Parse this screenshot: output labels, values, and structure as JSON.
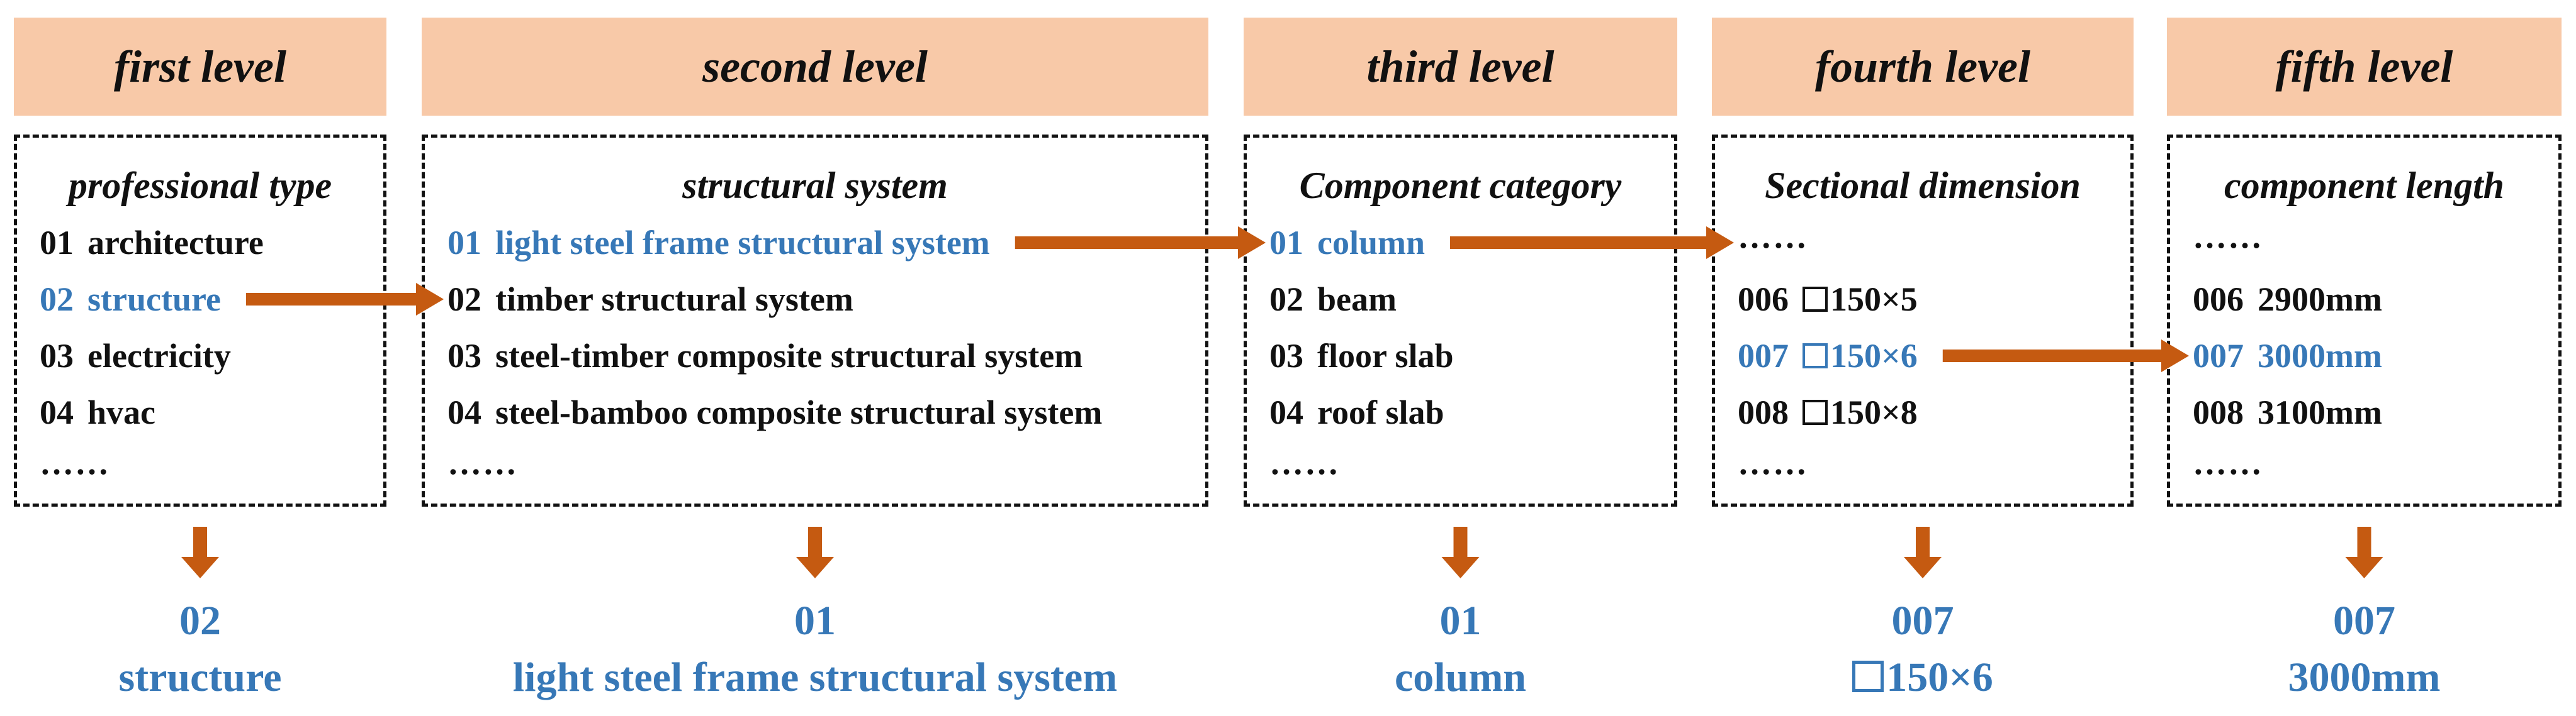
{
  "colors": {
    "header_fill": "#F8C9A8",
    "arrow": "#C55A11",
    "selected_text": "#3778B7",
    "text": "#111111"
  },
  "levels": [
    {
      "header": "first level",
      "box_title": "professional type",
      "items": [
        {
          "code": "01",
          "label": "architecture"
        },
        {
          "code": "02",
          "label": "structure"
        },
        {
          "code": "03",
          "label": "electricity"
        },
        {
          "code": "04",
          "label": "hvac"
        }
      ],
      "leading_ellipsis": "",
      "trailing_ellipsis": "……",
      "selected_index": 1,
      "result_code": "02",
      "result_label": "structure"
    },
    {
      "header": "second level",
      "box_title": "structural system",
      "items": [
        {
          "code": "01",
          "label": "light steel frame structural system"
        },
        {
          "code": "02",
          "label": "timber structural system"
        },
        {
          "code": "03",
          "label": "steel-timber composite structural system"
        },
        {
          "code": "04",
          "label": "steel-bamboo composite structural system"
        }
      ],
      "leading_ellipsis": "",
      "trailing_ellipsis": "……",
      "selected_index": 0,
      "result_code": "01",
      "result_label": "light steel frame structural system"
    },
    {
      "header": "third level",
      "box_title": "Component category",
      "items": [
        {
          "code": "01",
          "label": "column"
        },
        {
          "code": "02",
          "label": "beam"
        },
        {
          "code": "03",
          "label": "floor slab"
        },
        {
          "code": "04",
          "label": "roof slab"
        }
      ],
      "leading_ellipsis": "",
      "trailing_ellipsis": "……",
      "selected_index": 0,
      "result_code": "01",
      "result_label": "column"
    },
    {
      "header": "fourth level",
      "box_title": "Sectional dimension",
      "items": [
        {
          "code": "006",
          "label": "150×5",
          "square": true
        },
        {
          "code": "007",
          "label": "150×6",
          "square": true
        },
        {
          "code": "008",
          "label": "150×8",
          "square": true
        }
      ],
      "leading_ellipsis": "……",
      "trailing_ellipsis": "……",
      "selected_index": 1,
      "result_code": "007",
      "result_label": "150×6",
      "result_square": true
    },
    {
      "header": "fifth level",
      "box_title": "component length",
      "items": [
        {
          "code": "006",
          "label": "2900mm"
        },
        {
          "code": "007",
          "label": "3000mm"
        },
        {
          "code": "008",
          "label": "3100mm"
        }
      ],
      "leading_ellipsis": "……",
      "trailing_ellipsis": "……",
      "selected_index": 1,
      "result_code": "007",
      "result_label": "3000mm"
    }
  ]
}
